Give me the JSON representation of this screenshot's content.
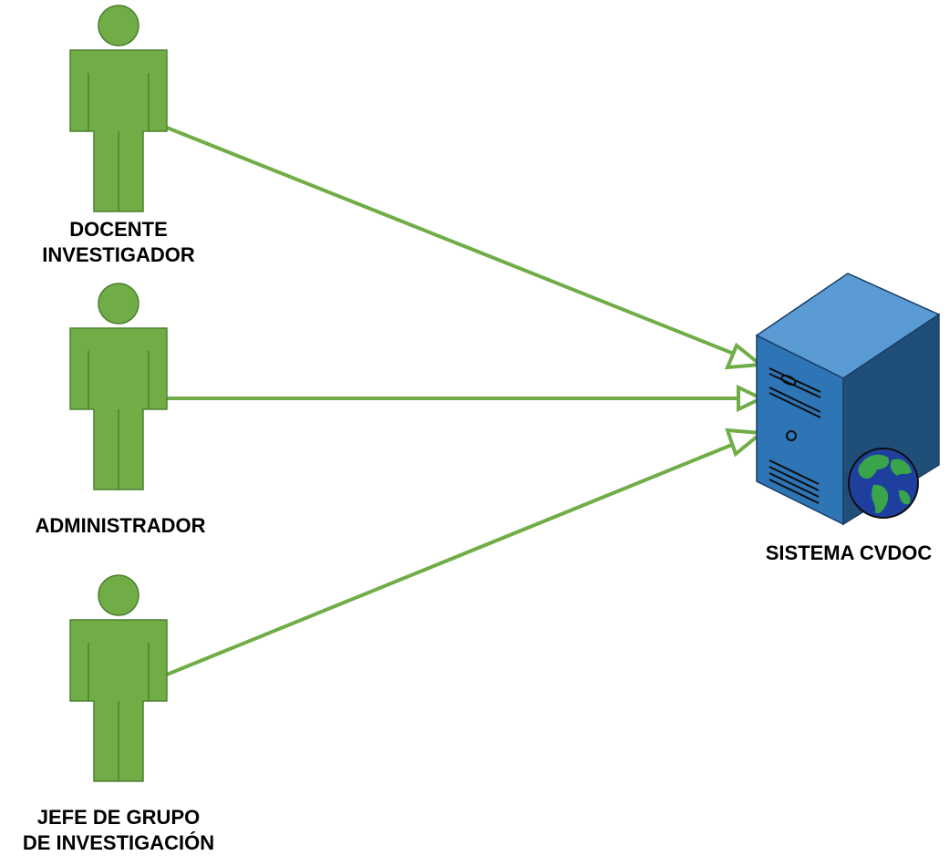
{
  "colors": {
    "actor_fill": "#70ad47",
    "actor_stroke": "#4e8030",
    "connector": "#70ad47",
    "server_front": "#2e75b6",
    "server_side": "#1f4e79",
    "server_top": "#5b9bd5",
    "globe_ocean": "#1f3f9f",
    "globe_land": "#3aa44a"
  },
  "actors": [
    {
      "name": "docente-investigador",
      "icon": "actor-icon",
      "label_lines": [
        "DOCENTE",
        "INVESTIGADOR"
      ]
    },
    {
      "name": "administrador",
      "icon": "actor-icon",
      "label_lines": [
        "ADMINISTRADOR"
      ]
    },
    {
      "name": "jefe-de-grupo",
      "icon": "actor-icon",
      "label_lines": [
        "JEFE DE GRUPO",
        "DE INVESTIGACIÓN"
      ]
    }
  ],
  "system": {
    "icon": "web-server-icon",
    "label": "SISTEMA CVDOC"
  }
}
